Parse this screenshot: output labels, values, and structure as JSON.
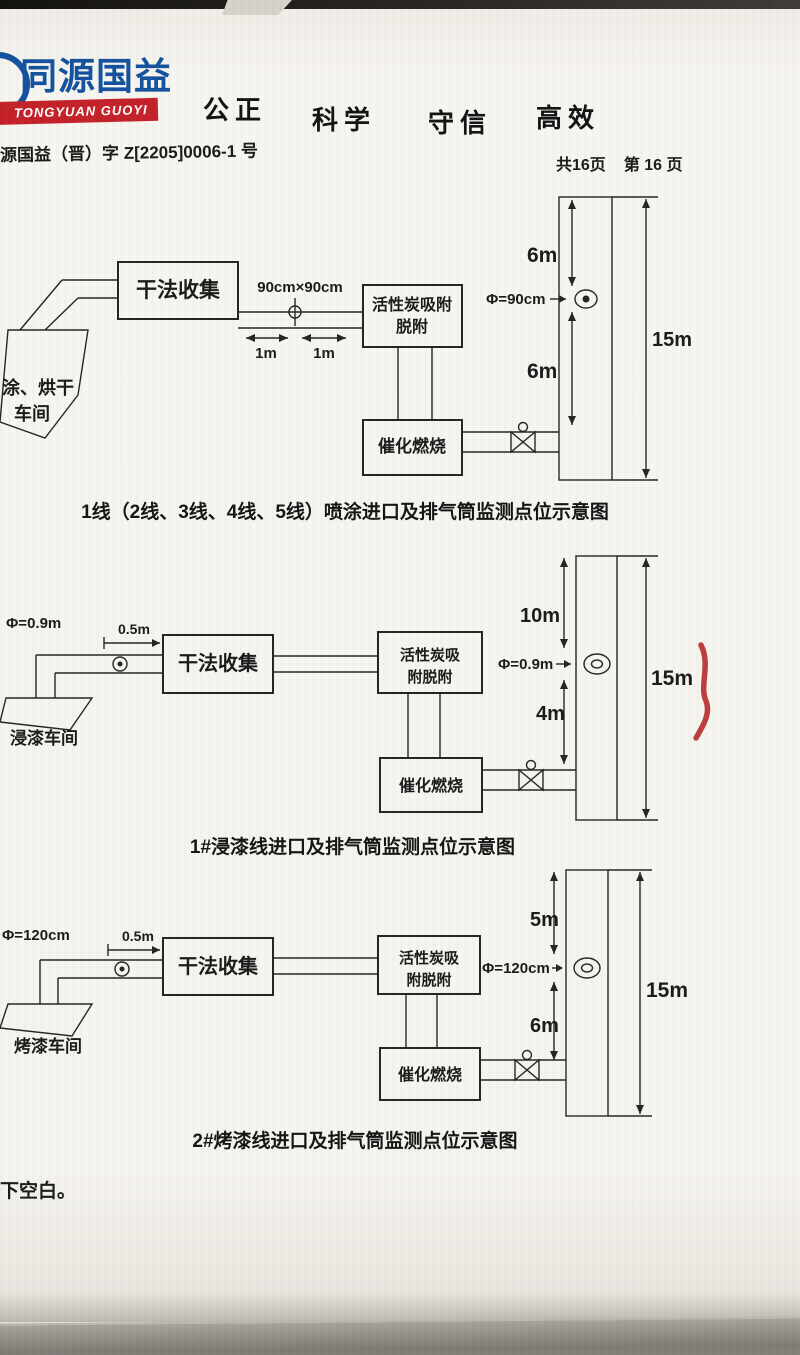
{
  "header": {
    "logo_cn": "同源国益",
    "logo_en": "TONGYUAN GUOYI",
    "slogan1": "公正",
    "slogan2": "科学",
    "slogan3": "守信",
    "slogan4": "高效",
    "doc_no": "源国益（晋）字 Z[2205]0006-1 号",
    "pages_total": "共16页",
    "page_current": "第 16 页"
  },
  "diagram1": {
    "workshop_line1": "涂、烘干",
    "workshop_line2": "车间",
    "box_dry": "干法收集",
    "duct_label": "90cm×90cm",
    "dist_left": "1m",
    "dist_right": "1m",
    "box_carbon_line1": "活性炭吸附",
    "box_carbon_line2": "脱附",
    "box_catalytic": "催化燃烧",
    "stack_dia": "Φ=90cm",
    "seg_top": "6m",
    "seg_bottom": "6m",
    "stack_total": "15m",
    "caption": "1线（2线、3线、4线、5线）喷涂进口及排气筒监测点位示意图"
  },
  "diagram2": {
    "inlet_dia": "Φ=0.9m",
    "inlet_dist": "0.5m",
    "workshop": "浸漆车间",
    "box_dry": "干法收集",
    "box_carbon_line1": "活性炭吸",
    "box_carbon_line2": "附脱附",
    "box_catalytic": "催化燃烧",
    "stack_dia": "Φ=0.9m",
    "seg_top": "10m",
    "seg_bottom": "4m",
    "stack_total": "15m",
    "caption": "1#浸漆线进口及排气筒监测点位示意图"
  },
  "diagram3": {
    "inlet_dia": "Φ=120cm",
    "inlet_dist": "0.5m",
    "workshop": "烤漆车间",
    "box_dry": "干法收集",
    "box_carbon_line1": "活性炭吸",
    "box_carbon_line2": "附脱附",
    "box_catalytic": "催化燃烧",
    "stack_dia": "Φ=120cm",
    "seg_top": "5m",
    "seg_bottom": "6m",
    "stack_total": "15m",
    "caption": "2#烤漆线进口及排气筒监测点位示意图"
  },
  "footer": {
    "bottom_note": "下空白。"
  }
}
